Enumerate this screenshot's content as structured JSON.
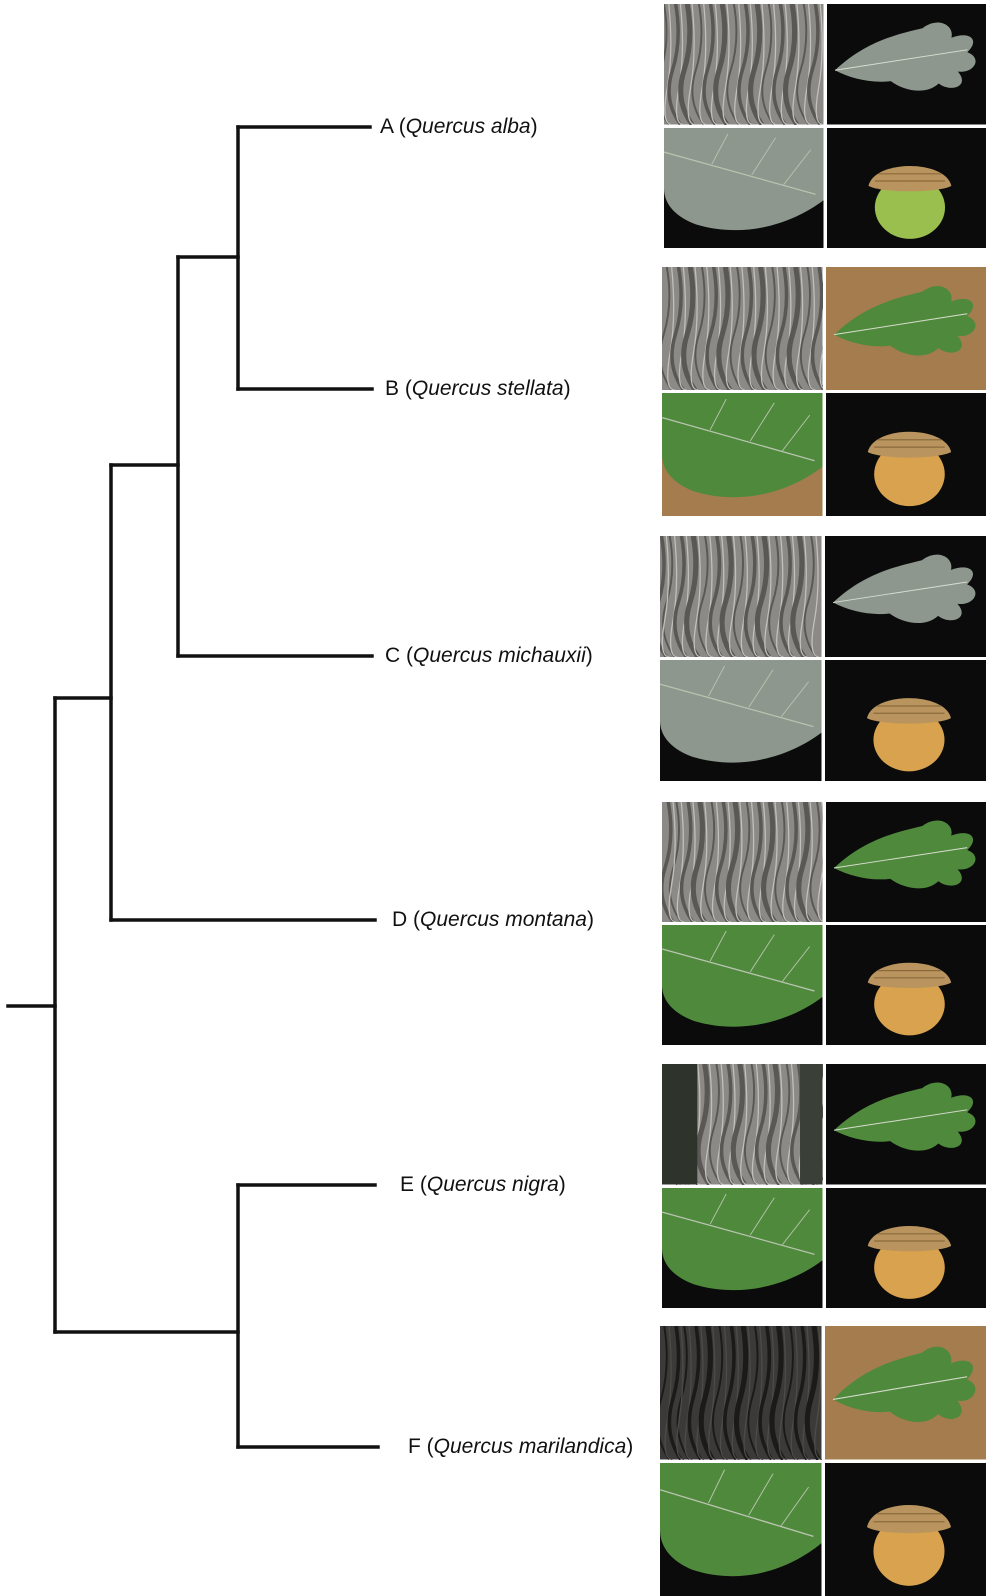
{
  "colors": {
    "branch": "#111111",
    "bark": "#8c8a86",
    "bark_dark": "#3b3a38",
    "background_black": "#0b0b0b",
    "leaf_green": "#4f8a3c",
    "leaf_gray": "#8d978d",
    "acorn": "#d8a24e",
    "forest_floor": "#a57c4e"
  },
  "taxa": [
    {
      "letter": "A",
      "open": "(",
      "species": "Quercus alba",
      "close": ")",
      "images": [
        "bark-icon",
        "leaf-icon",
        "leaf-closeup-icon",
        "acorn-icon"
      ]
    },
    {
      "letter": "B",
      "open": "(",
      "species": "Quercus stellata",
      "close": ")",
      "images": [
        "bark-icon",
        "leaf-icon",
        "leaf-closeup-icon",
        "acorn-icon"
      ]
    },
    {
      "letter": "C",
      "open": "(",
      "species": "Quercus michauxii",
      "close": ")",
      "images": [
        "bark-icon",
        "leaf-icon",
        "leaf-closeup-icon",
        "acorn-icon"
      ]
    },
    {
      "letter": "D",
      "open": "(",
      "species": "Quercus montana",
      "close": ")",
      "images": [
        "bark-icon",
        "leaf-icon",
        "leaf-closeup-icon",
        "acorn-icon"
      ]
    },
    {
      "letter": "E",
      "open": "(",
      "species": "Quercus nigra",
      "close": ")",
      "images": [
        "bark-icon",
        "leaf-icon",
        "leaf-closeup-icon",
        "acorn-icon"
      ]
    },
    {
      "letter": "F",
      "open": "(",
      "species": "Quercus marilandica",
      "close": ")",
      "images": [
        "bark-icon",
        "leaf-icon",
        "leaf-closeup-icon",
        "acorn-icon"
      ]
    }
  ],
  "tree": [
    [
      "root",
      "n1"
    ],
    [
      "n1",
      "n2"
    ],
    [
      "n1",
      "n5"
    ],
    [
      "n2",
      "n3"
    ],
    [
      "n2",
      "D"
    ],
    [
      "n3",
      "n4"
    ],
    [
      "n3",
      "C"
    ],
    [
      "n4",
      "A"
    ],
    [
      "n4",
      "B"
    ],
    [
      "n5",
      "E"
    ],
    [
      "n5",
      "F"
    ]
  ]
}
